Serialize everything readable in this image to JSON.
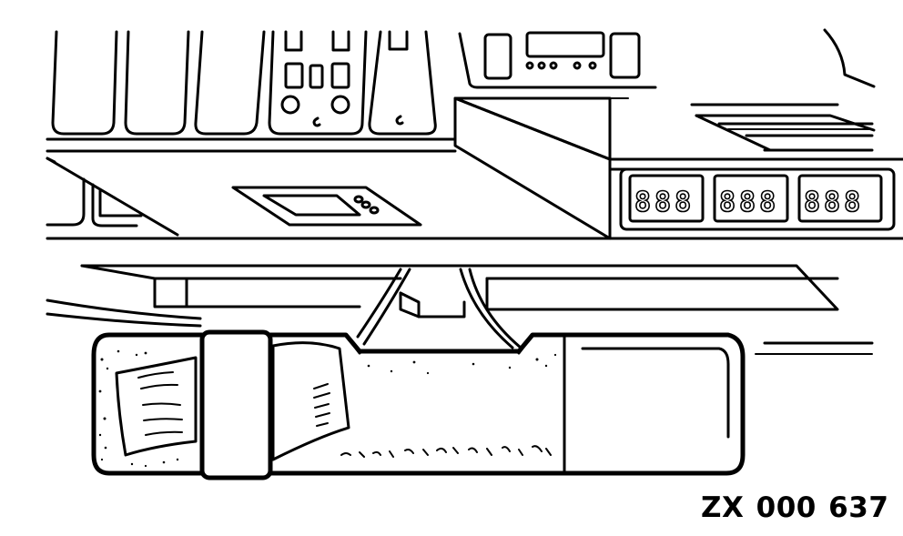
{
  "figure": {
    "reference_code": "ZX 000 637",
    "subject": "Interior rear-view mirror with mount, below dashboard/console instrument panel",
    "colors": {
      "line": "#000000",
      "background": "#ffffff"
    }
  },
  "console": {
    "digital_displays": [
      {
        "digits": "888"
      },
      {
        "digits": "888"
      },
      {
        "digits": "888"
      }
    ],
    "radio_buttons_count": 5
  }
}
